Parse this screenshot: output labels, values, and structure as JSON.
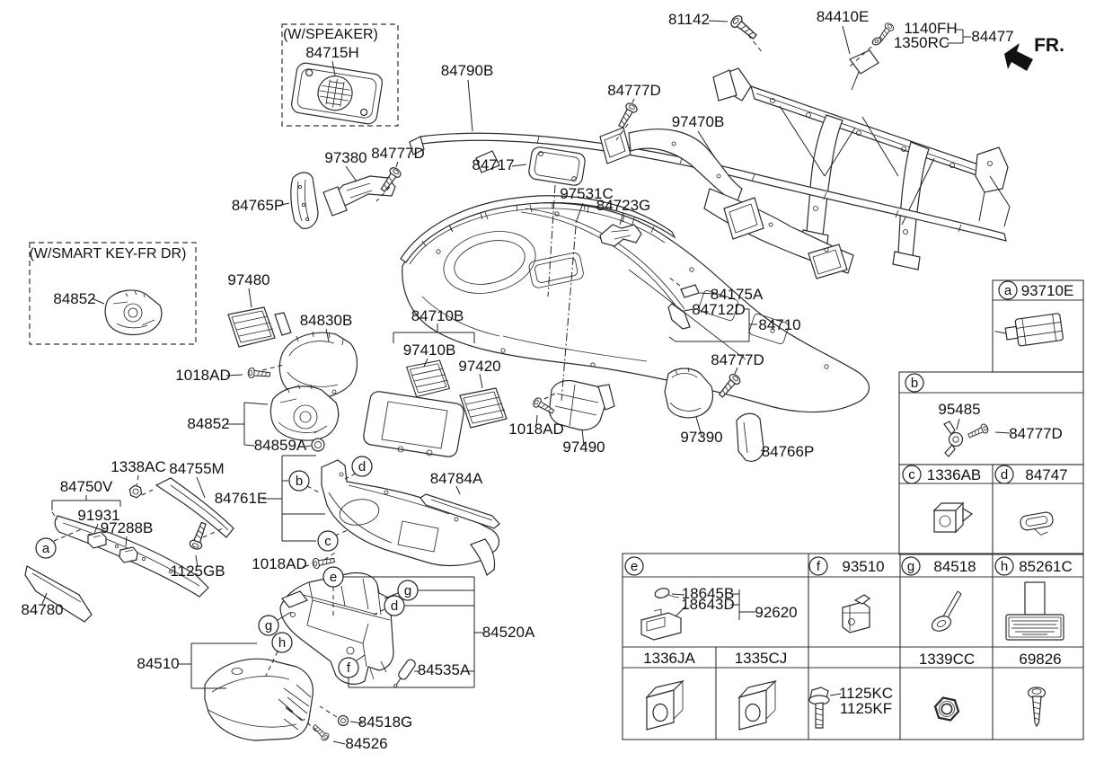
{
  "page": {
    "background": "#ffffff",
    "line_color": "#222222",
    "text_color": "#111111"
  },
  "direction_indicator": "FR.",
  "variant_boxes": {
    "speaker": "(W/SPEAKER)",
    "smart_key": "(W/SMART KEY-FR DR)"
  },
  "callouts": {
    "a": "a",
    "b": "b",
    "c": "c",
    "d": "d",
    "e": "e",
    "f": "f",
    "g": "g",
    "h": "h"
  },
  "parts": {
    "p81142": "81142",
    "p84410E": "84410E",
    "p1140FH": "1140FH",
    "p1350RC": "1350RC",
    "p84477": "84477",
    "p84715H": "84715H",
    "p84790B": "84790B",
    "p84777D": "84777D",
    "p97470B": "97470B",
    "p97380": "97380",
    "p84717": "84717",
    "p97531C": "97531C",
    "p84723G": "84723G",
    "p84765P": "84765P",
    "p84852": "84852",
    "p97480": "97480",
    "p84830B": "84830B",
    "p84710B": "84710B",
    "p97410B": "97410B",
    "p97420": "97420",
    "p84175A": "84175A",
    "p84712D": "84712D",
    "p84710": "84710",
    "p1018AD": "1018AD",
    "p84859A": "84859A",
    "p97490": "97490",
    "p97390": "97390",
    "p84766P": "84766P",
    "p1338AC": "1338AC",
    "p84755M": "84755M",
    "p84750V": "84750V",
    "p91931": "91931",
    "p97288B": "97288B",
    "p84761E": "84761E",
    "p1125GB": "1125GB",
    "p84780": "84780",
    "p84784A": "84784A",
    "p84510": "84510",
    "p84520A": "84520A",
    "p84535A": "84535A",
    "p84518G": "84518G",
    "p84526": "84526"
  },
  "legend_table": {
    "a": {
      "letter": "a",
      "part": "93710E"
    },
    "b": {
      "letter": "b",
      "sensor": "95485",
      "screw": "84777D"
    },
    "c": {
      "letter": "c",
      "part": "1336AB"
    },
    "d": {
      "letter": "d",
      "part": "84747"
    },
    "e": {
      "letter": "e",
      "bulb": "18645B",
      "lamp": "18643D",
      "assembly": "92620"
    },
    "f": {
      "letter": "f",
      "part": "93510"
    },
    "g": {
      "letter": "g",
      "part": "84518"
    },
    "h": {
      "letter": "h",
      "part": "85261C"
    },
    "row2": {
      "clip_a": "1336JA",
      "clip_b": "1335CJ",
      "bolt_a": "1125KC",
      "bolt_b": "1125KF",
      "nut": "1339CC",
      "screw": "69826"
    }
  }
}
